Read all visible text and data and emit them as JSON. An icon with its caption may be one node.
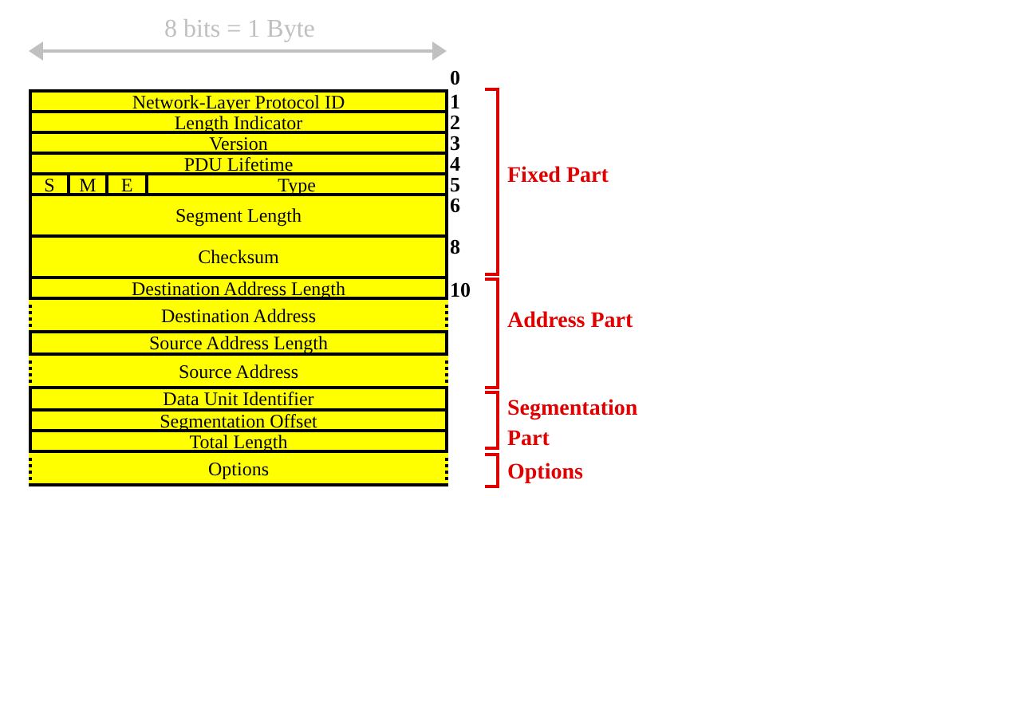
{
  "diagram": {
    "nodes": [
      {
        "text": [
          "Network-Layer Protocol ID"
        ]
      },
      {
        "text": [
          "Length Indicator"
        ]
      },
      {
        "text": [
          "Version"
        ]
      },
      {
        "text": [
          "PDU Lifetime"
        ]
      },
      {
        "text": [
          "S"
        ]
      },
      {
        "text": [
          "M"
        ]
      },
      {
        "text": [
          "E"
        ]
      },
      {
        "text": [
          "Type"
        ]
      },
      {
        "text": [
          "Segment Length"
        ]
      },
      {
        "text": [
          "Checksum"
        ]
      },
      {
        "text": [
          "Destination Address Length"
        ]
      },
      {
        "text": [
          "Destination Address"
        ]
      },
      {
        "text": [
          "Source Address Length"
        ]
      },
      {
        "text": [
          "Source Address"
        ]
      },
      {
        "text": [
          "Data Unit Identifier"
        ]
      },
      {
        "text": [
          "Segmentation Offset"
        ]
      },
      {
        "text": [
          "Total Length"
        ]
      },
      {
        "text": [
          "Options"
        ]
      }
    ],
    "edges": [],
    "labels": [
      "8 bits = 1 Byte",
      "0",
      "1",
      "2",
      "3",
      "4",
      "5",
      "6",
      "8",
      "10",
      "Fixed Part",
      "Address Part",
      "Segmentation Part",
      "Options"
    ]
  }
}
